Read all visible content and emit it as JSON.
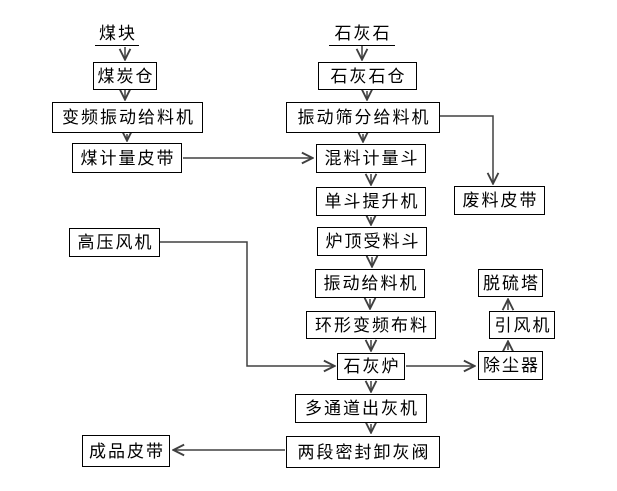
{
  "diagram": {
    "type": "flowchart",
    "language": "zh-CN",
    "colors": {
      "background": "#ffffff",
      "box_border": "#000000",
      "connector": "#404040",
      "text": "#000000"
    },
    "titles": {
      "coal": "煤块",
      "limestone": "石灰石"
    },
    "nodes": {
      "coal_bunker": "煤炭仓",
      "vf_vibrating_feeder": "变频振动给料机",
      "coal_weighing_belt": "煤计量皮带",
      "high_pressure_fan": "高压风机",
      "limestone_bunker": "石灰石仓",
      "vibrating_screen_feeder": "振动筛分给料机",
      "mix_weighing_hopper": "混料计量斗",
      "single_bucket_hoist": "单斗提升机",
      "furnace_top_hopper": "炉顶受料斗",
      "vibrating_feeder": "振动给料机",
      "annular_vf_distributor": "环形变频布料",
      "lime_kiln": "石灰炉",
      "multi_channel_ash_discharger": "多通道出灰机",
      "two_stage_sealed_ash_valve": "两段密封卸灰阀",
      "finished_product_belt": "成品皮带",
      "waste_belt": "废料皮带",
      "dust_collector": "除尘器",
      "induced_draft_fan": "引风机",
      "desulfurization_tower": "脱硫塔"
    },
    "edges": [
      {
        "from": "煤块",
        "to": "煤炭仓"
      },
      {
        "from": "煤炭仓",
        "to": "变频振动给料机"
      },
      {
        "from": "变频振动给料机",
        "to": "煤计量皮带"
      },
      {
        "from": "煤计量皮带",
        "to": "混料计量斗"
      },
      {
        "from": "石灰石",
        "to": "石灰石仓"
      },
      {
        "from": "石灰石仓",
        "to": "振动筛分给料机"
      },
      {
        "from": "振动筛分给料机",
        "to": "混料计量斗"
      },
      {
        "from": "振动筛分给料机",
        "to": "废料皮带"
      },
      {
        "from": "混料计量斗",
        "to": "单斗提升机"
      },
      {
        "from": "单斗提升机",
        "to": "炉顶受料斗"
      },
      {
        "from": "炉顶受料斗",
        "to": "振动给料机"
      },
      {
        "from": "振动给料机",
        "to": "环形变频布料"
      },
      {
        "from": "环形变频布料",
        "to": "石灰炉"
      },
      {
        "from": "高压风机",
        "to": "石灰炉"
      },
      {
        "from": "石灰炉",
        "to": "除尘器"
      },
      {
        "from": "除尘器",
        "to": "引风机"
      },
      {
        "from": "引风机",
        "to": "脱硫塔"
      },
      {
        "from": "石灰炉",
        "to": "多通道出灰机"
      },
      {
        "from": "多通道出灰机",
        "to": "两段密封卸灰阀"
      },
      {
        "from": "两段密封卸灰阀",
        "to": "成品皮带"
      }
    ]
  }
}
